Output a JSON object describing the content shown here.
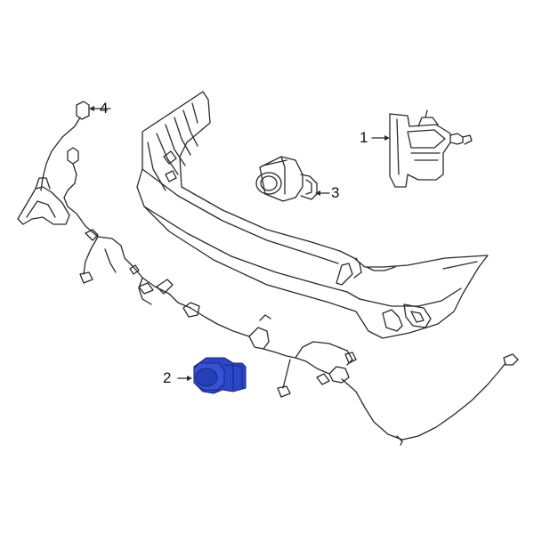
{
  "diagram": {
    "callouts": [
      {
        "id": "1",
        "label": "1"
      },
      {
        "id": "2",
        "label": "2"
      },
      {
        "id": "3",
        "label": "3"
      },
      {
        "id": "4",
        "label": "4"
      }
    ],
    "highlight_color": "#2b46c9",
    "line_color": "#2a2a2a"
  }
}
